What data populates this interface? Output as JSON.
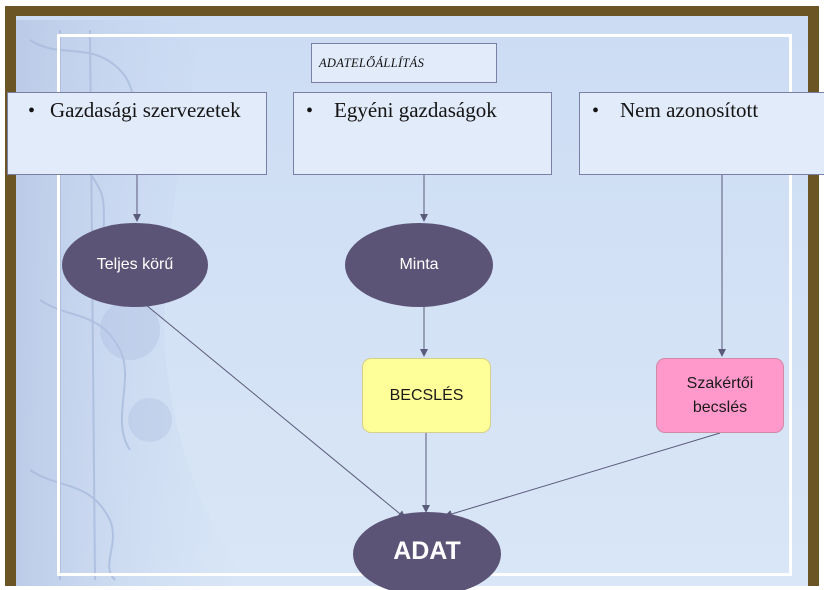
{
  "title": "ADATELŐÁLLÍTÁS",
  "sources": [
    {
      "label": "Gazdasági szervezetek"
    },
    {
      "label": "Egyéni gazdaságok"
    },
    {
      "label": "Nem azonosított"
    }
  ],
  "nodes": {
    "full": "Teljes körű",
    "sample": "Minta",
    "estimate": "BECSLÉS",
    "expert": "Szakértői becslés",
    "result": "ADAT"
  },
  "colors": {
    "frame": "#6b5524",
    "background": "#d4e2f6",
    "ellipse": "#5c5476",
    "estimate": "#ffff99",
    "expert": "#ff99cc",
    "connector": "#5a5a7a"
  }
}
